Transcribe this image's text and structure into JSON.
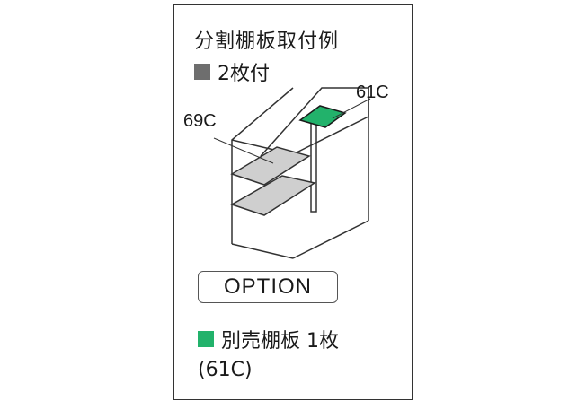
{
  "card": {
    "title": "分割棚板取付例",
    "gray_legend_text": "2枚付",
    "label_69c": "69C",
    "label_61c": "61C",
    "option_label": "OPTION",
    "green_legend_text": "別売棚板 1枚",
    "note": "(61C)"
  },
  "colors": {
    "gray_shelf": "#6e6e6e",
    "green_shelf": "#22b26b",
    "frame": "#333333"
  }
}
